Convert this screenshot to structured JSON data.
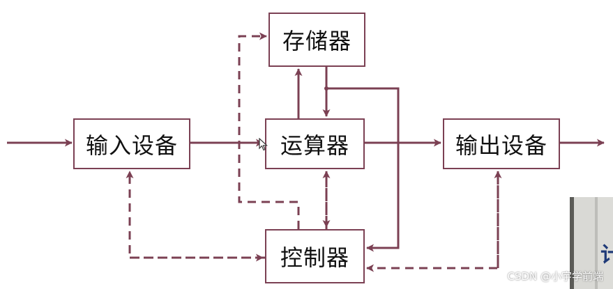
{
  "diagram": {
    "nodes": {
      "memory": "存储器",
      "input": "输入设备",
      "alu": "运算器",
      "output": "输出设备",
      "control": "控制器"
    },
    "colors": {
      "line": "#7b4053",
      "box_border": "#7b4053"
    }
  },
  "overlay": {
    "photo_glyph": "计",
    "watermark": "CSDN @小宇学前端"
  },
  "icons": {
    "cursor": "mouse-pointer-icon"
  }
}
